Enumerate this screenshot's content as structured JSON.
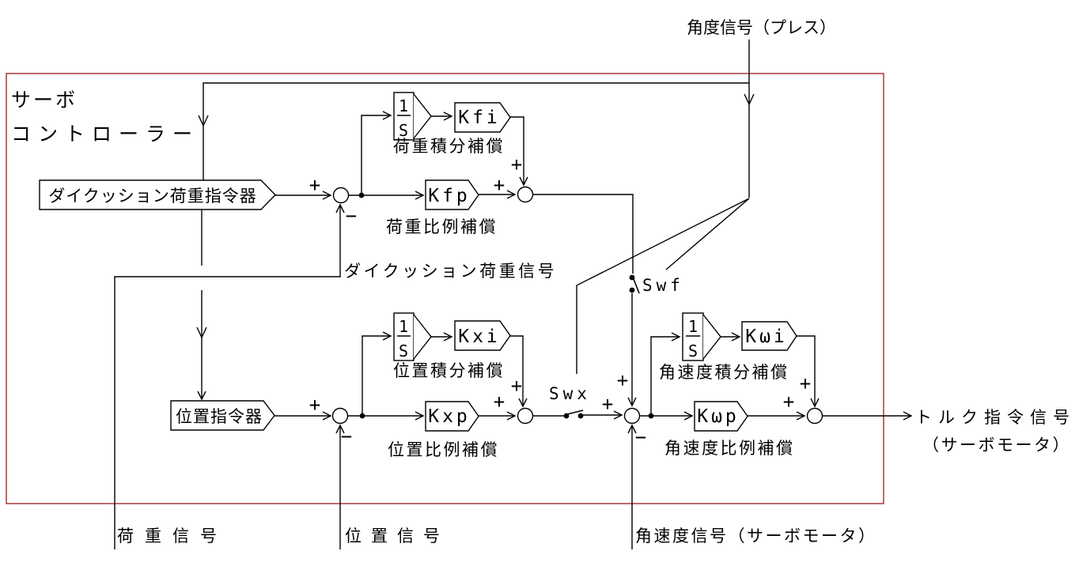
{
  "colors": {
    "frame": "#a52a2a",
    "line": "#000000",
    "background": "#ffffff"
  },
  "frame_title": {
    "line1": "サーボ",
    "line2": "コントローラー"
  },
  "inputs": {
    "angle_signal": "角度信号（プレス）"
  },
  "outputs": {
    "torque_line1": "トルク指令信号",
    "torque_line2": "（サーボモータ）"
  },
  "blocks": {
    "load_command": "ダイクッション荷重指令器",
    "position_command": "位置指令器",
    "integrator_numerator": "1",
    "integrator_denominator": "S",
    "load_integral_gain": "Kfi",
    "load_proportional_gain": "Kfp",
    "position_integral_gain": "Kxi",
    "position_proportional_gain": "Kxp",
    "velocity_integral_gain": "Kωi",
    "velocity_proportional_gain": "Kωp"
  },
  "compensation_labels": {
    "load_integral": "荷重積分補償",
    "load_proportional": "荷重比例補償",
    "position_integral": "位置積分補償",
    "position_proportional": "位置比例補償",
    "velocity_integral": "角速度積分補償",
    "velocity_proportional": "角速度比例補償"
  },
  "switches": {
    "swf": "Swf",
    "swx": "Swx"
  },
  "feedback_signals": {
    "die_cushion_load": "ダイクッション荷重信号",
    "load": "荷重信号",
    "position": "位置信号",
    "velocity": "角速度信号（サーボモータ）"
  },
  "signs": {
    "plus": "+",
    "minus": "−"
  }
}
